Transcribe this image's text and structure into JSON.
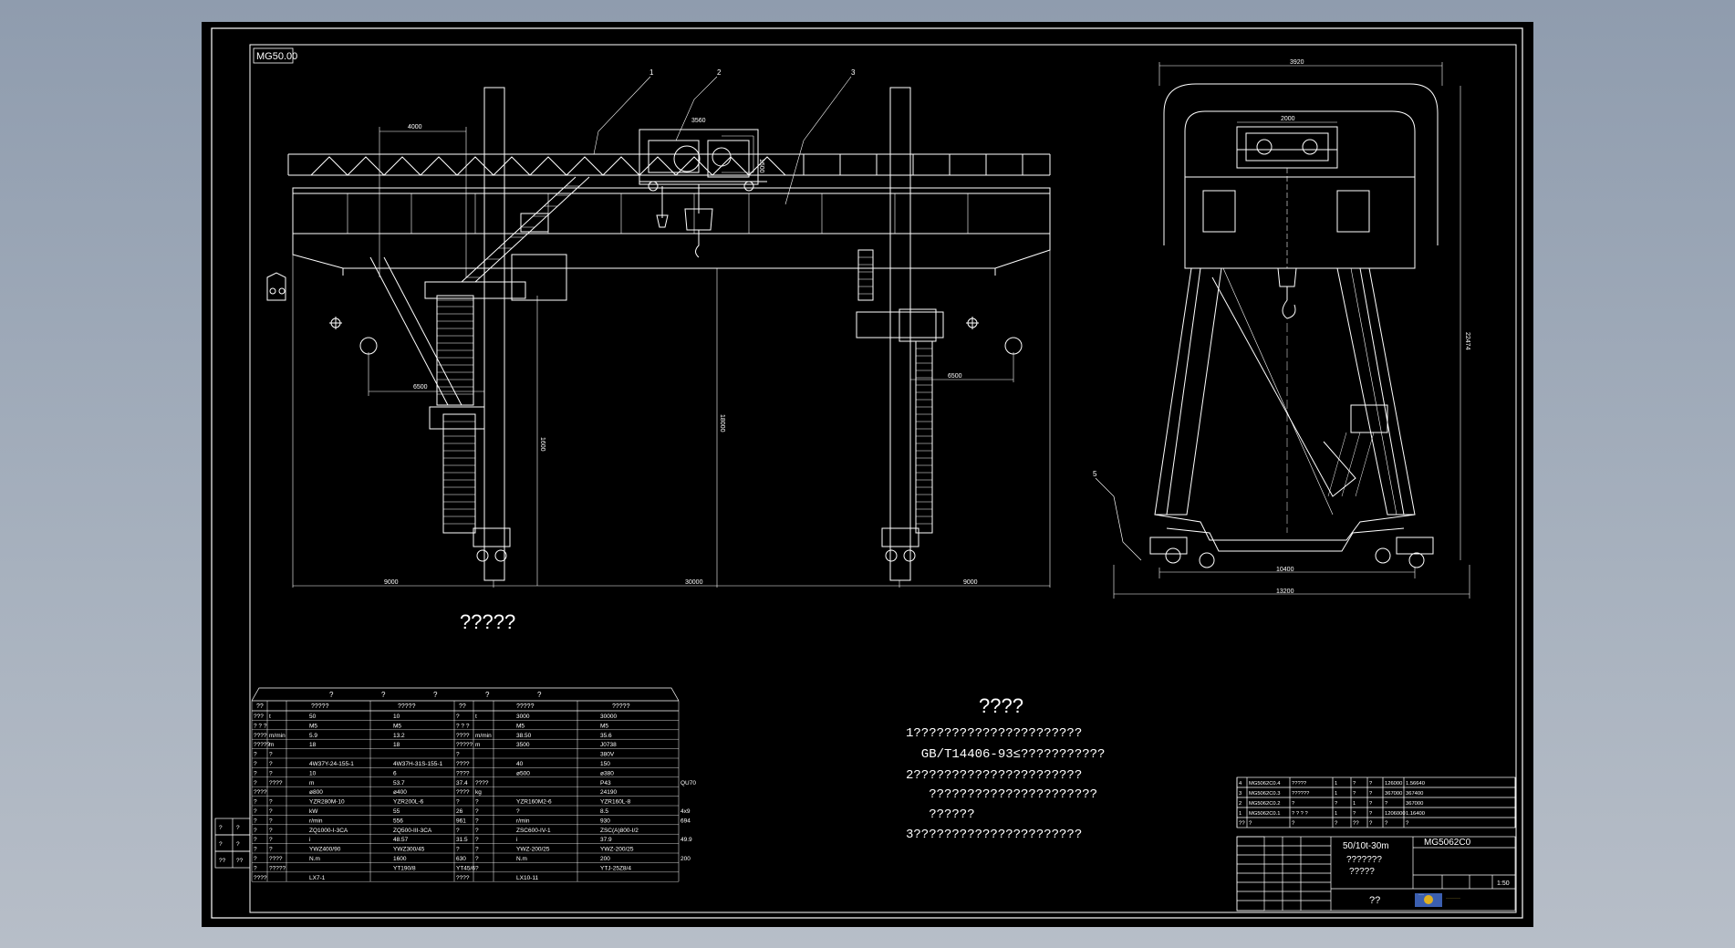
{
  "drawing": {
    "code_tag": "MG50.00",
    "view_caption": "?????",
    "callouts": [
      "1",
      "2",
      "3"
    ],
    "dims_front": {
      "d4000": "4000",
      "d3560": "3560",
      "d1500": "1500",
      "d6500_left": "6500",
      "d6500_right": "6500",
      "d1600": "1600",
      "d18000": "18000",
      "d9000_left": "9000",
      "d30000": "30000",
      "d9000_right": "9000"
    },
    "dims_side": {
      "d3920": "3920",
      "d2000": "2000",
      "d22474": "22474",
      "d10400": "10400",
      "d13200": "13200",
      "callout5": "5"
    }
  },
  "notes": {
    "title": "????",
    "lines": [
      "1??????????????????????",
      "  GB/T14406-93≤???????????",
      "2??????????????????????",
      "   ??????????????????????",
      "   ??????",
      "3??????????????????????"
    ]
  },
  "spec_table": {
    "top_headers": [
      "?",
      "?",
      "?",
      "?",
      "?"
    ],
    "col_headers": [
      "??",
      "?????",
      "?????",
      "??",
      "?????",
      "?????"
    ],
    "rows": [
      [
        "???",
        "t",
        "50",
        "10",
        "?",
        "t",
        "3000",
        "30000"
      ],
      [
        "? ? ?",
        "",
        "M5",
        "M5",
        "? ? ?",
        "",
        "M5",
        "M5"
      ],
      [
        "????",
        "m/min",
        "5.9",
        "13.2",
        "????",
        "m/min",
        "38.50",
        "35.6"
      ],
      [
        "?????",
        "m",
        "18",
        "18",
        "?????",
        "m",
        "3500",
        "J0738"
      ],
      [
        "?",
        "?",
        "",
        "",
        "?",
        "",
        "",
        "380V"
      ],
      [
        "?",
        "?",
        "4W37Y-24-155-1",
        "4W37H-31S-155-1",
        "????",
        "",
        "40",
        "150"
      ],
      [
        "?",
        "?",
        "10",
        "6",
        "????",
        "",
        "ø500",
        "ø380"
      ],
      [
        "?",
        "????",
        "m",
        "53.7",
        "37.4",
        "????",
        "",
        "P43",
        "QU70"
      ],
      [
        "????",
        "",
        "ø800",
        "ø400",
        "????",
        "kg",
        "",
        "24190"
      ],
      [
        "?",
        "?",
        "YZR280M-10",
        "YZR200L-6",
        "?",
        "?",
        "YZR160M2-6",
        "YZR160L-8"
      ],
      [
        "?",
        "?",
        "kW",
        "55",
        "26",
        "?",
        "?",
        "8.5",
        "4x9"
      ],
      [
        "?",
        "?",
        "r/min",
        "556",
        "961",
        "?",
        "r/min",
        "930",
        "694"
      ],
      [
        "?",
        "?",
        "ZQ1000-I-3CA",
        "ZQ500-III-3CA",
        "?",
        "?",
        "ZSC600-IV-1",
        "ZSC(A)800-I/2"
      ],
      [
        "?",
        "?",
        "i",
        "48.57",
        "31.5",
        "?",
        "i",
        "37.9",
        "49.9"
      ],
      [
        "?",
        "?",
        "YWZ400/90",
        "YWZ300/45",
        "?",
        "?",
        "YWZ-200/25",
        "YWZ-200/25"
      ],
      [
        "?",
        "????",
        "N.m",
        "1600",
        "630",
        "?",
        "N.m",
        "200",
        "200"
      ],
      [
        "?",
        "?????",
        "",
        "YT190/8",
        "YT45/6",
        "?",
        "",
        "YTJ-25Z8/4",
        ""
      ],
      [
        "????",
        "",
        "LX7-1",
        "",
        "????",
        "",
        "LX10-11",
        ""
      ]
    ],
    "left_strip": [
      [
        "?",
        "?"
      ],
      [
        "?",
        "?"
      ],
      [
        "??",
        "??"
      ]
    ]
  },
  "parts_list": {
    "rows": [
      [
        "4",
        "MG5062C0.4",
        "?????",
        "1",
        "?",
        "?",
        "126000",
        "1.56640"
      ],
      [
        "3",
        "MG5062C0.3",
        "??????",
        "1",
        "?",
        "?",
        "367000",
        "367400"
      ],
      [
        "2",
        "MG5062C0.2",
        "?",
        "?",
        "1",
        "?",
        "?",
        "367000"
      ],
      [
        "1",
        "MG5062C0.1",
        "? ? ? ?",
        "1",
        "?",
        "?",
        "1206000",
        "1.16400"
      ]
    ],
    "header": [
      "??",
      "?",
      "?",
      "?",
      "??",
      "?",
      "?",
      "?"
    ]
  },
  "title_block": {
    "capacity": "50/10t-30m",
    "subtitle1": "???????",
    "subtitle2": "?????",
    "drawing_no": "MG5062C0",
    "scale": "1:50",
    "sheet": "??",
    "company_logo_text": "···",
    "company_name": "········"
  }
}
